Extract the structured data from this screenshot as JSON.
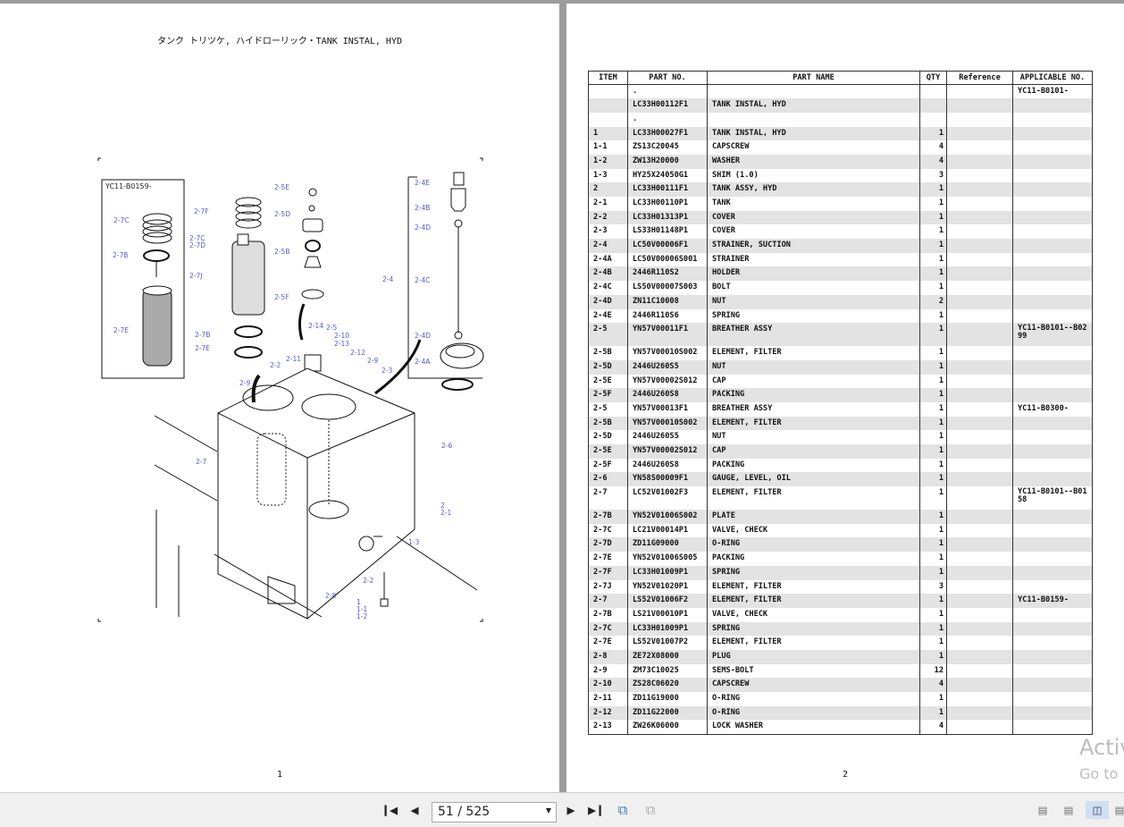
{
  "viewer": {
    "page_indicator": "51 / 525",
    "watermark_line1": "Activ",
    "watermark_line2": "Go to"
  },
  "left_page": {
    "title": "タンク トリツケ, ハイドローリック・TANK INSTAL, HYD",
    "page_number": "1",
    "inset_label": "YC11-B0159-",
    "callouts": [
      "2-7C",
      "2-7B",
      "2-7E",
      "2-7F",
      "2-7C",
      "2-7D",
      "2-7J",
      "2-7B",
      "2-7E",
      "2-5E",
      "2-5D",
      "2-5B",
      "2-5F",
      "2-14",
      "2-5",
      "2-10",
      "2-13",
      "2-11",
      "2-2",
      "2-12",
      "2-9",
      "2-3",
      "2-9",
      "2-7",
      "2-6",
      "2",
      "2-1",
      "1-3",
      "2-2",
      "2-8",
      "1",
      "1-1",
      "1-2",
      "2-4E",
      "2-4B",
      "2-4D",
      "2-4",
      "2-4C",
      "2-4D",
      "2-4A"
    ]
  },
  "right_page": {
    "page_number": "2",
    "columns": [
      "ITEM",
      "PART NO.",
      "PART NAME",
      "QTY",
      "Reference",
      "APPLICABLE NO."
    ],
    "rows": [
      [
        "",
        ".",
        "",
        "",
        "",
        "YC11-B0101-"
      ],
      [
        "",
        "LC33H00112F1",
        "TANK INSTAL, HYD",
        "",
        "",
        ""
      ],
      [
        "",
        ".",
        "",
        "",
        "",
        ""
      ],
      [
        "1",
        "LC33H00027F1",
        "TANK INSTAL, HYD",
        "1",
        "",
        ""
      ],
      [
        "1-1",
        "ZS13C20045",
        "CAPSCREW",
        "4",
        "",
        ""
      ],
      [
        "1-2",
        "ZW13H20000",
        "WASHER",
        "4",
        "",
        ""
      ],
      [
        "1-3",
        "HY25X24050G1",
        "SHIM (1.0)",
        "3",
        "",
        ""
      ],
      [
        "2",
        "LC33H00111F1",
        "TANK ASSY, HYD",
        "1",
        "",
        ""
      ],
      [
        "2-1",
        "LC33H00110P1",
        "TANK",
        "1",
        "",
        ""
      ],
      [
        "2-2",
        "LC33H01313P1",
        "COVER",
        "1",
        "",
        ""
      ],
      [
        "2-3",
        "LS33H01148P1",
        "COVER",
        "1",
        "",
        ""
      ],
      [
        "2-4",
        "LC50V00006F1",
        "STRAINER, SUCTION",
        "1",
        "",
        ""
      ],
      [
        "2-4A",
        "LC50V00006S001",
        "STRAINER",
        "1",
        "",
        ""
      ],
      [
        "2-4B",
        "2446R110S2",
        "HOLDER",
        "1",
        "",
        ""
      ],
      [
        "2-4C",
        "LS50V00007S003",
        "BOLT",
        "1",
        "",
        ""
      ],
      [
        "2-4D",
        "ZN11C10008",
        "NUT",
        "2",
        "",
        ""
      ],
      [
        "2-4E",
        "2446R110S6",
        "SPRING",
        "1",
        "",
        ""
      ],
      [
        "2-5",
        "YN57V00011F1",
        "BREATHER ASSY",
        "1",
        "",
        "YC11-B0101--B0299"
      ],
      [
        "2-5B",
        "YN57V00010S002",
        "ELEMENT, FILTER",
        "1",
        "",
        ""
      ],
      [
        "2-5D",
        "2446U260S5",
        "NUT",
        "1",
        "",
        ""
      ],
      [
        "2-5E",
        "YN57V00002S012",
        "CAP",
        "1",
        "",
        ""
      ],
      [
        "2-5F",
        "2446U260S8",
        "PACKING",
        "1",
        "",
        ""
      ],
      [
        "2-5",
        "YN57V00013F1",
        "BREATHER ASSY",
        "1",
        "",
        "YC11-B0300-"
      ],
      [
        "2-5B",
        "YN57V00010S002",
        "ELEMENT, FILTER",
        "1",
        "",
        ""
      ],
      [
        "2-5D",
        "2446U260S5",
        "NUT",
        "1",
        "",
        ""
      ],
      [
        "2-5E",
        "YN57V00002S012",
        "CAP",
        "1",
        "",
        ""
      ],
      [
        "2-5F",
        "2446U260S8",
        "PACKING",
        "1",
        "",
        ""
      ],
      [
        "2-6",
        "YN58S00009F1",
        "GAUGE, LEVEL, OIL",
        "1",
        "",
        ""
      ],
      [
        "2-7",
        "LC52V01002F3",
        "ELEMENT, FILTER",
        "1",
        "",
        "YC11-B0101--B0158"
      ],
      [
        "2-7B",
        "YN52V01006S002",
        "PLATE",
        "1",
        "",
        ""
      ],
      [
        "2-7C",
        "LC21V00014P1",
        "VALVE, CHECK",
        "1",
        "",
        ""
      ],
      [
        "2-7D",
        "ZD11G09000",
        "O-RING",
        "1",
        "",
        ""
      ],
      [
        "2-7E",
        "YN52V01006S005",
        "PACKING",
        "1",
        "",
        ""
      ],
      [
        "2-7F",
        "LC33H01009P1",
        "SPRING",
        "1",
        "",
        ""
      ],
      [
        "2-7J",
        "YN52V01020P1",
        "ELEMENT, FILTER",
        "3",
        "",
        ""
      ],
      [
        "2-7",
        "LS52V01006F2",
        "ELEMENT, FILTER",
        "1",
        "",
        "YC11-B0159-"
      ],
      [
        "2-7B",
        "LS21V00010P1",
        "VALVE, CHECK",
        "1",
        "",
        ""
      ],
      [
        "2-7C",
        "LC33H01009P1",
        "SPRING",
        "1",
        "",
        ""
      ],
      [
        "2-7E",
        "LS52V01007P2",
        "ELEMENT, FILTER",
        "1",
        "",
        ""
      ],
      [
        "2-8",
        "ZE72X08000",
        "PLUG",
        "1",
        "",
        ""
      ],
      [
        "2-9",
        "ZM73C10025",
        "SEMS-BOLT",
        "12",
        "",
        ""
      ],
      [
        "2-10",
        "ZS28C06020",
        "CAPSCREW",
        "4",
        "",
        ""
      ],
      [
        "2-11",
        "ZD11G19000",
        "O-RING",
        "1",
        "",
        ""
      ],
      [
        "2-12",
        "ZD11G22000",
        "O-RING",
        "1",
        "",
        ""
      ],
      [
        "2-13",
        "ZW26K06000",
        "LOCK WASHER",
        "4",
        "",
        ""
      ]
    ]
  }
}
